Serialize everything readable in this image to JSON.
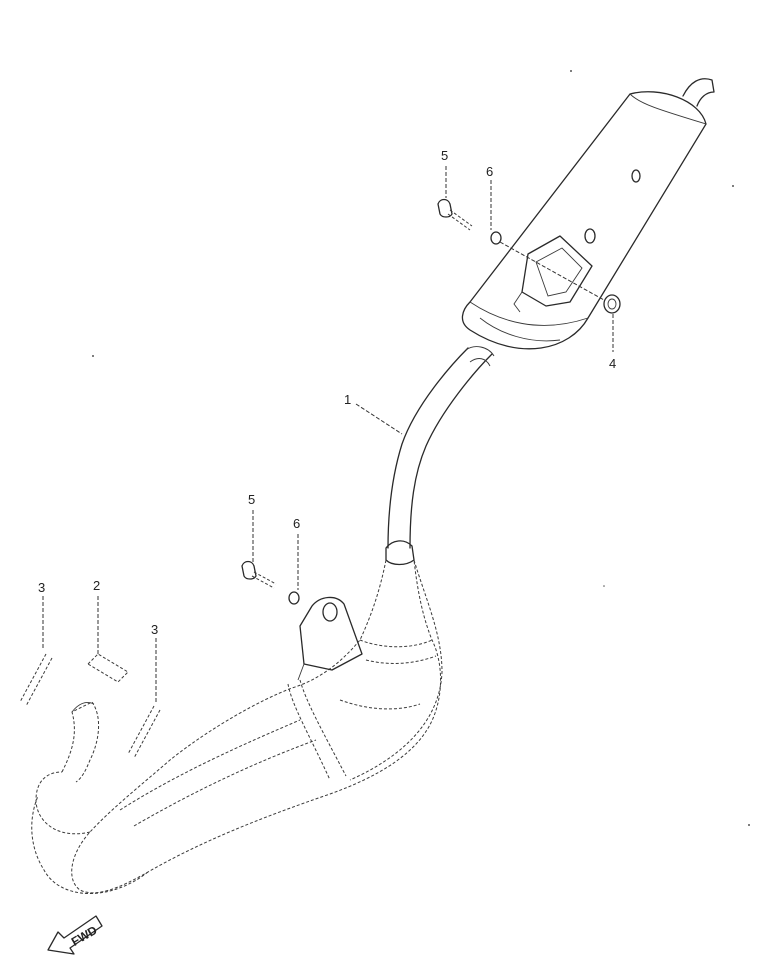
{
  "diagram": {
    "callouts": {
      "c1": "1",
      "c2": "2",
      "c3a": "3",
      "c3b": "3",
      "c4": "4",
      "c5a": "5",
      "c5b": "5",
      "c6a": "6",
      "c6b": "6"
    },
    "direction_label": "FWD"
  }
}
